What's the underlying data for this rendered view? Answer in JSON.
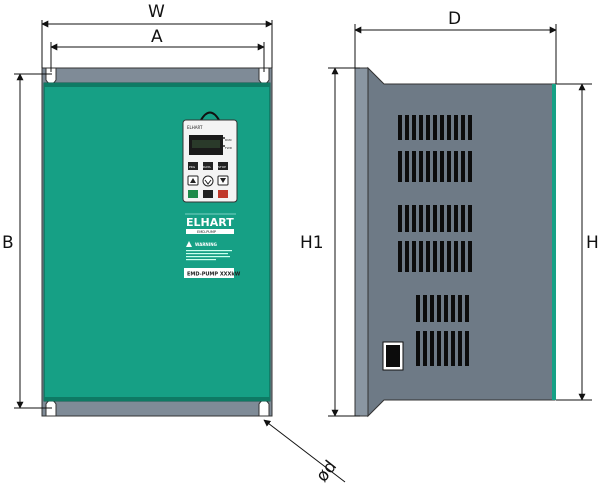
{
  "dimensions": {
    "W": "W",
    "A": "A",
    "B": "B",
    "D": "D",
    "H1": "H1",
    "H": "H",
    "d": "ød"
  },
  "front_panel": {
    "brand_logo": "ELHART",
    "model_badge": "EMD-PUMP",
    "warning_title": "WARNING",
    "model_plate": "EMD-PUMP XXXkW",
    "keypad_logo": "ELHART",
    "led_labels": [
      "RUN",
      "FWD"
    ],
    "key_labels": [
      "PRG",
      "DATA",
      "STOP"
    ]
  },
  "colors": {
    "panel_green": "#16a085",
    "panel_green_dark": "#0e7a64",
    "side_gray": "#6e7a86",
    "side_gray_light": "#8a96a2",
    "vent_black": "#0c0c0c",
    "keypad_white": "#f4f4f4",
    "display_black": "#1a1a1a"
  },
  "icons": [
    "warning-icon",
    "up-arrow-icon",
    "down-arrow-icon",
    "knob-icon"
  ]
}
